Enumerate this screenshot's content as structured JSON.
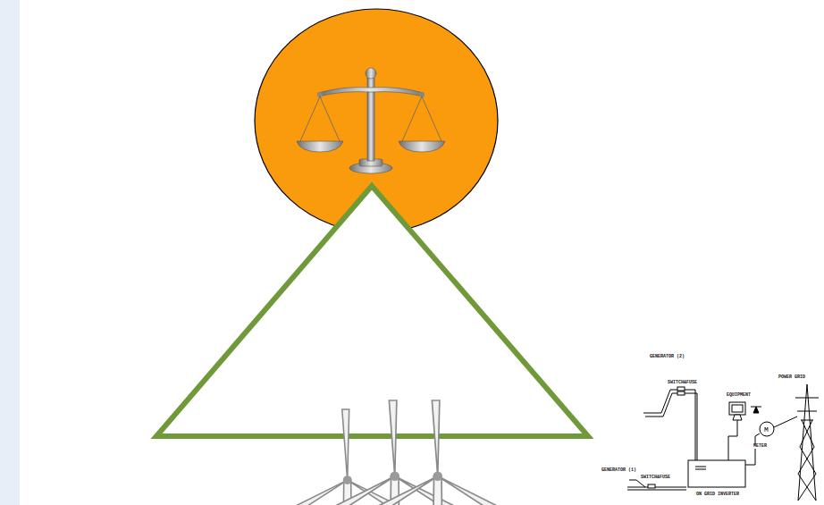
{
  "diagram": {
    "labels": [
      "GENERATOR (2)",
      "SWITCH&FUSE",
      "EQUIPMENT",
      "POWER GRID",
      "GENERATOR (1)",
      "SWITCH&FUSE",
      "METER",
      "ON GRID INVERTER"
    ]
  }
}
